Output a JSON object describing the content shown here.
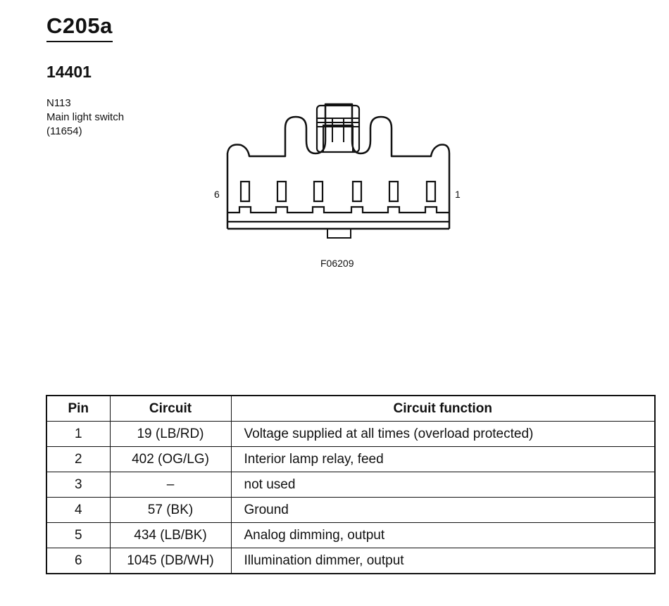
{
  "header": {
    "connector_id": "C205a",
    "part_number": "14401"
  },
  "component": {
    "code": "N113",
    "name": "Main light switch",
    "part_ref": "(11654)"
  },
  "diagram": {
    "left_pin_label": "6",
    "right_pin_label": "1",
    "figure_id": "F06209"
  },
  "table": {
    "headers": [
      "Pin",
      "Circuit",
      "Circuit function"
    ],
    "rows": [
      {
        "pin": "1",
        "circuit": "19 (LB/RD)",
        "function": "Voltage supplied at all times (overload protected)"
      },
      {
        "pin": "2",
        "circuit": "402 (OG/LG)",
        "function": "Interior lamp relay, feed"
      },
      {
        "pin": "3",
        "circuit": "–",
        "function": "not used"
      },
      {
        "pin": "4",
        "circuit": "57 (BK)",
        "function": "Ground"
      },
      {
        "pin": "5",
        "circuit": "434 (LB/BK)",
        "function": "Analog dimming, output"
      },
      {
        "pin": "6",
        "circuit": "1045 (DB/WH)",
        "function": "Illumination dimmer, output"
      }
    ]
  }
}
